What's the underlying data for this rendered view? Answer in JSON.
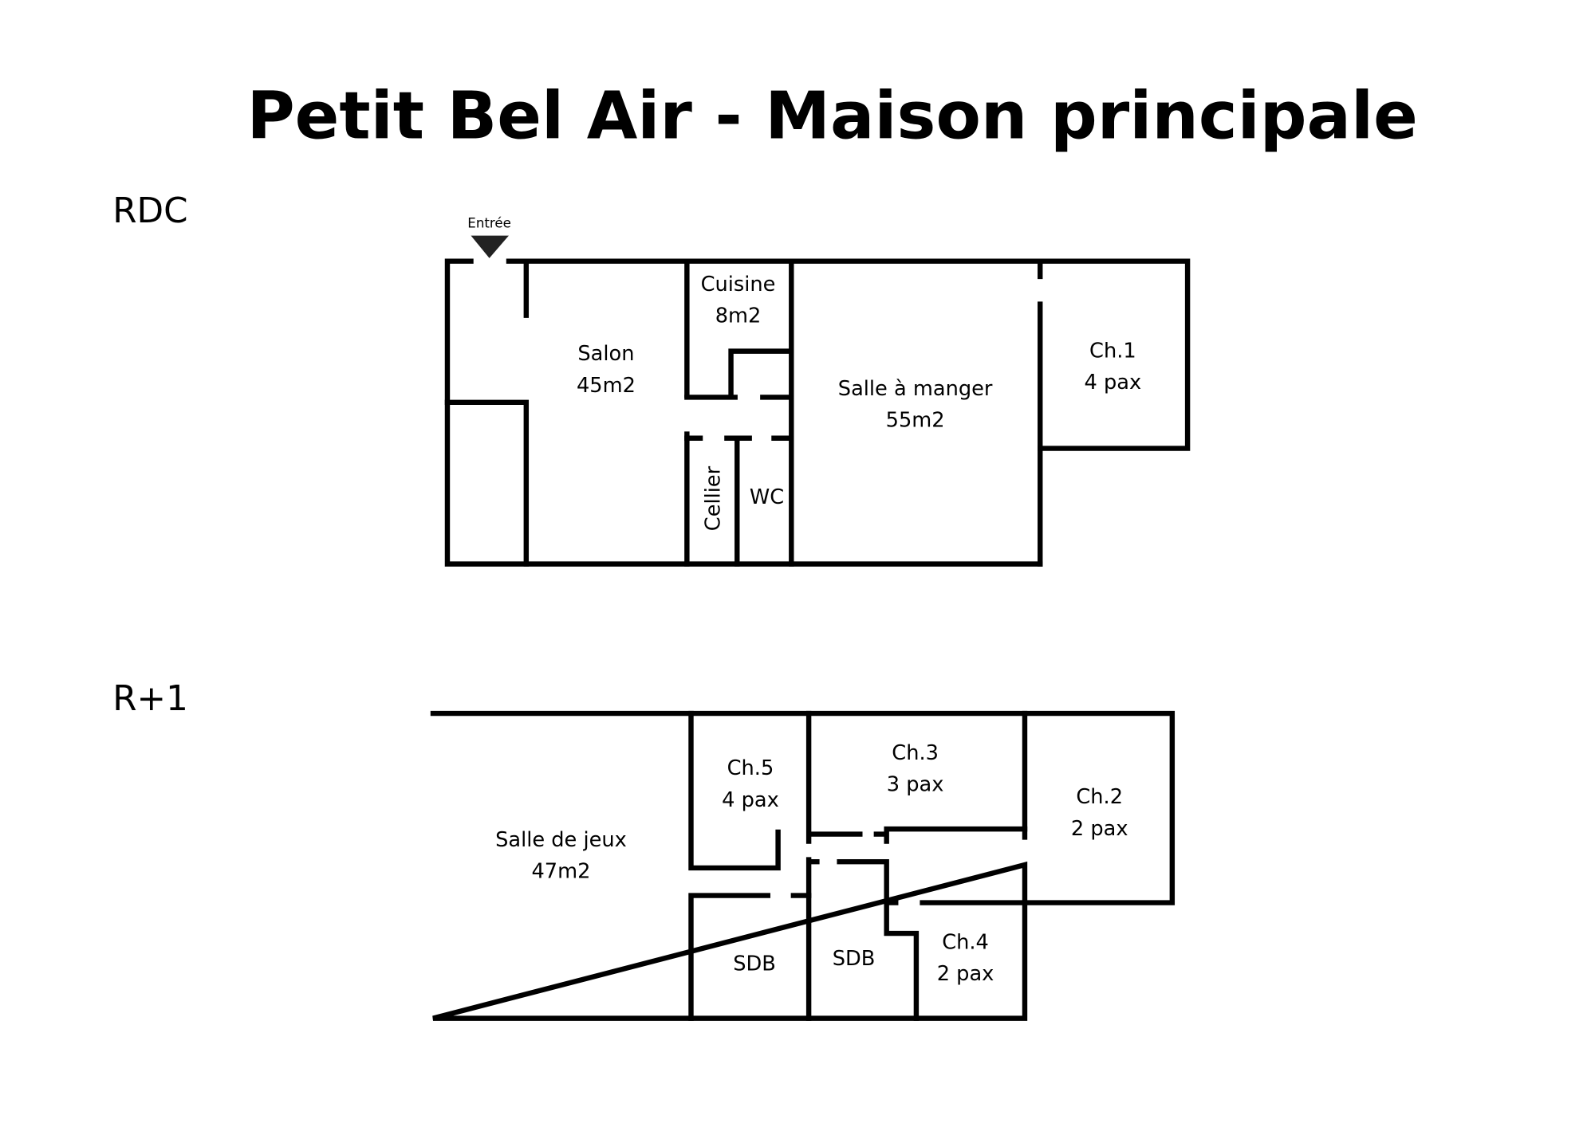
{
  "title": "Petit Bel Air - Maison principale",
  "levels": {
    "rdc": {
      "label": "RDC",
      "entrance": "Entrée",
      "rooms": {
        "salon": {
          "name": "Salon",
          "detail": "45m2"
        },
        "cuisine": {
          "name": "Cuisine",
          "detail": "8m2"
        },
        "salle_a_manger": {
          "name": "Salle à manger",
          "detail": "55m2"
        },
        "ch1": {
          "name": "Ch.1",
          "detail": "4 pax"
        },
        "cellier": {
          "name": "Cellier"
        },
        "wc": {
          "name": "WC"
        }
      }
    },
    "r1": {
      "label": "R+1",
      "rooms": {
        "salle_de_jeux": {
          "name": "Salle de jeux",
          "detail": "47m2"
        },
        "ch5": {
          "name": "Ch.5",
          "detail": "4 pax"
        },
        "ch3": {
          "name": "Ch.3",
          "detail": "3 pax"
        },
        "ch2": {
          "name": "Ch.2",
          "detail": "2 pax"
        },
        "ch4": {
          "name": "Ch.4",
          "detail": "2 pax"
        },
        "sdb1": {
          "name": "SDB"
        },
        "sdb2": {
          "name": "SDB"
        }
      }
    }
  }
}
